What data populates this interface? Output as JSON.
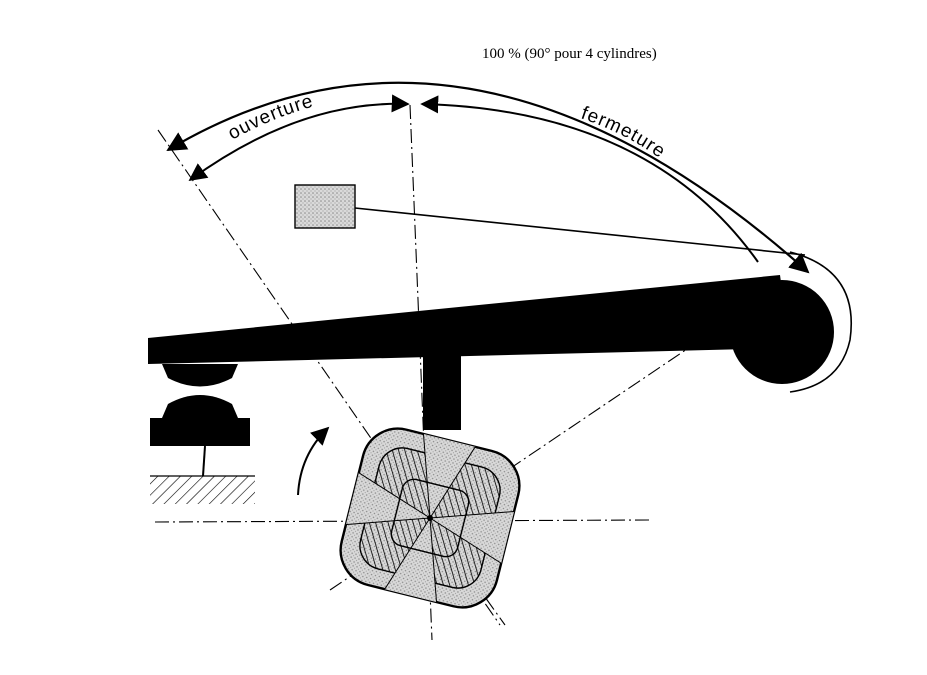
{
  "labels": {
    "total": "100 % (90° pour 4 cylindres)",
    "opening": "ouverture",
    "closing": "fermeture"
  },
  "colors": {
    "ink": "#000000",
    "paper": "#ffffff",
    "stipple": "#c9c9c9"
  }
}
